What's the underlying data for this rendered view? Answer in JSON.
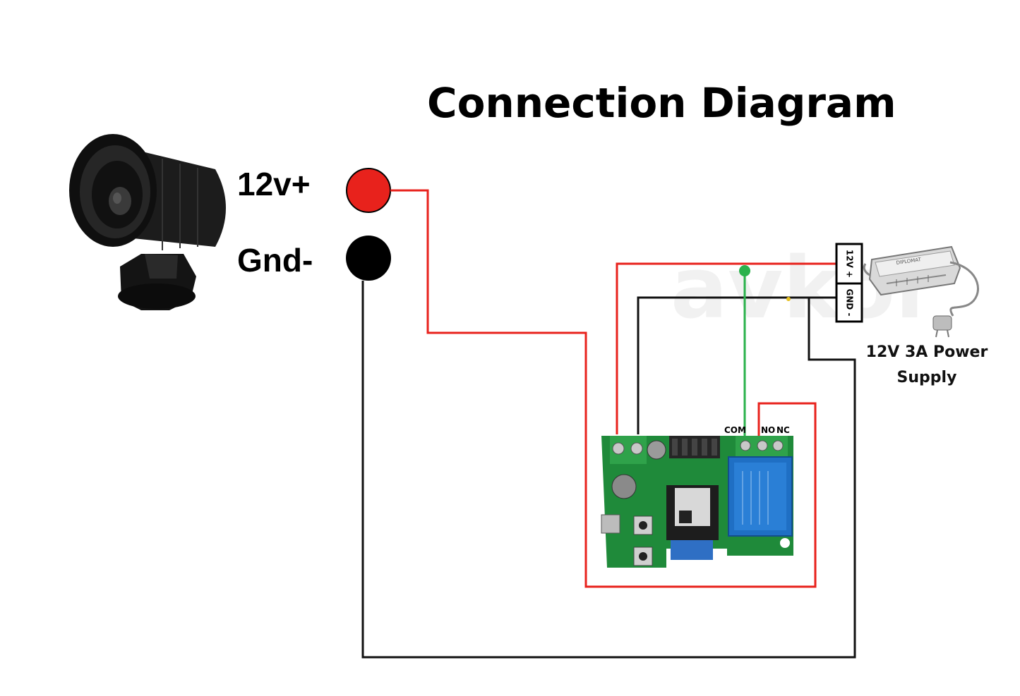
{
  "title": "Connection Diagram",
  "siren": {
    "positive_label": "12v+",
    "ground_label": "Gnd-"
  },
  "relay_terminals": {
    "com": "COM",
    "no": "NO",
    "nc": "NC"
  },
  "power_supply": {
    "positive_terminal": "12V +",
    "ground_terminal": "GND -",
    "label_line1": "12V 3A Power",
    "label_line2": "Supply",
    "brand": "DIPLOMAT"
  },
  "colors": {
    "positive_wire": "#e8221c",
    "ground_wire": "#111111",
    "signal_wire": "#2bb24c",
    "board": "#1f8a3a",
    "relay": "#1f6fc4"
  }
}
